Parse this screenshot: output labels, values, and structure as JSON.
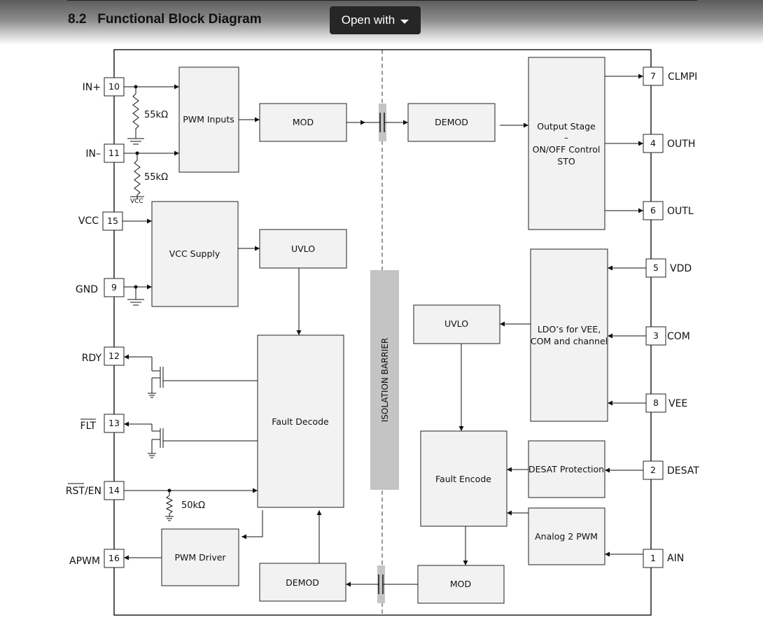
{
  "header": {
    "section_number": "8.2",
    "section_title": "Functional Block Diagram",
    "open_with_label": "Open with"
  },
  "diagram": {
    "blocks": {
      "pwm_inputs": "PWM Inputs",
      "mod_top": "MOD",
      "demod_top": "DEMOD",
      "output_stage_1": "Output Stage",
      "output_stage_2": "–",
      "output_stage_3": "ON/OFF Control",
      "output_stage_4": "STO",
      "vcc_supply": "VCC Supply",
      "uvlo_left": "UVLO",
      "uvlo_right": "UVLO",
      "ldo_1": "LDO’s for VEE,",
      "ldo_2": "COM and channel",
      "fault_decode": "Fault Decode",
      "fault_encode": "Fault Encode",
      "desat_protection": "DESAT Protection",
      "analog_pwm": "Analog 2 PWM",
      "pwm_driver": "PWM Driver",
      "demod_bottom": "DEMOD",
      "mod_bottom": "MOD",
      "isolation_barrier": "ISOLATION BARRIER"
    },
    "left_pins": [
      {
        "name": "IN+",
        "number": "10"
      },
      {
        "name": "IN–",
        "number": "11"
      },
      {
        "name": "VCC",
        "number": "15"
      },
      {
        "name": "GND",
        "number": "9"
      },
      {
        "name": "RDY",
        "number": "12"
      },
      {
        "name": "FLT",
        "number": "13"
      },
      {
        "name": "RST/EN",
        "number": "14"
      },
      {
        "name": "APWM",
        "number": "16"
      }
    ],
    "right_pins": [
      {
        "name": "CLMPI",
        "number": "7"
      },
      {
        "name": "OUTH",
        "number": "4"
      },
      {
        "name": "OUTL",
        "number": "6"
      },
      {
        "name": "VDD",
        "number": "5"
      },
      {
        "name": "COM",
        "number": "3"
      },
      {
        "name": "VEE",
        "number": "8"
      },
      {
        "name": "DESAT",
        "number": "2"
      },
      {
        "name": "AIN",
        "number": "1"
      }
    ],
    "components": {
      "r_in_plus": "55kΩ",
      "r_in_minus": "55kΩ",
      "vcc_tag": "VCC",
      "r_rst": "50kΩ"
    }
  }
}
